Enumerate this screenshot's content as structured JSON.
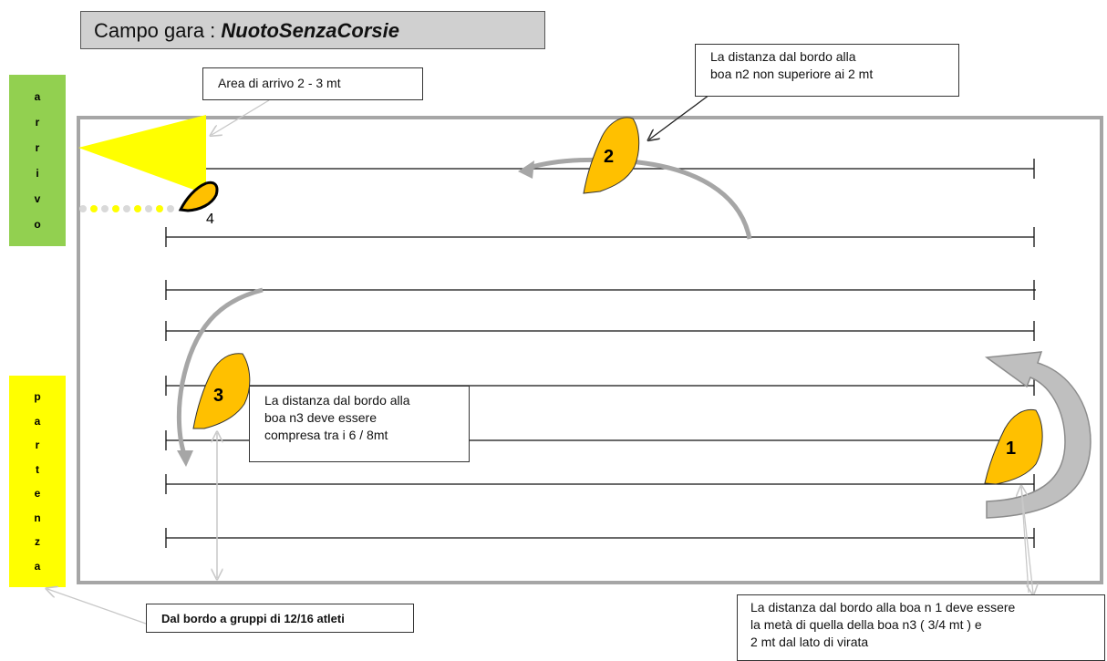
{
  "title": {
    "prefix": "Campo gara  : ",
    "name": "NuotoSenzaCorsie"
  },
  "arrivo_letters": [
    "a",
    "r",
    "r",
    "i",
    "v",
    "o"
  ],
  "partenza_letters": [
    "p",
    "a",
    "r",
    "t",
    "e",
    "n",
    "z",
    "a"
  ],
  "notes": {
    "arrivo_area": "Area di arrivo  2 - 3 mt",
    "buoy2_line1": "La distanza dal bordo alla",
    "buoy2_line2": " boa n2 non superiore ai 2  mt",
    "buoy3_line1": "La distanza dal bordo alla",
    "buoy3_line2": " boa n3 deve essere",
    "buoy3_line3": "compresa tra i 6 / 8mt",
    "start": "Dal bordo  a gruppi di 12/16  atleti",
    "buoy1_line1": "La distanza dal bordo alla boa n 1 deve essere",
    "buoy1_line2": "la metà di quella della boa n3  ( 3/4 mt )  e",
    "buoy1_line3": "2 mt dal lato di virata"
  },
  "buoys": {
    "b1": "1",
    "b2": "2",
    "b3": "3",
    "b4": "4"
  },
  "colors": {
    "arrivo": "#92d050",
    "partenza": "#ffff00",
    "buoy": "#ffc000",
    "pool": "#a6a6a6",
    "finish_zone": "#ffff00"
  }
}
